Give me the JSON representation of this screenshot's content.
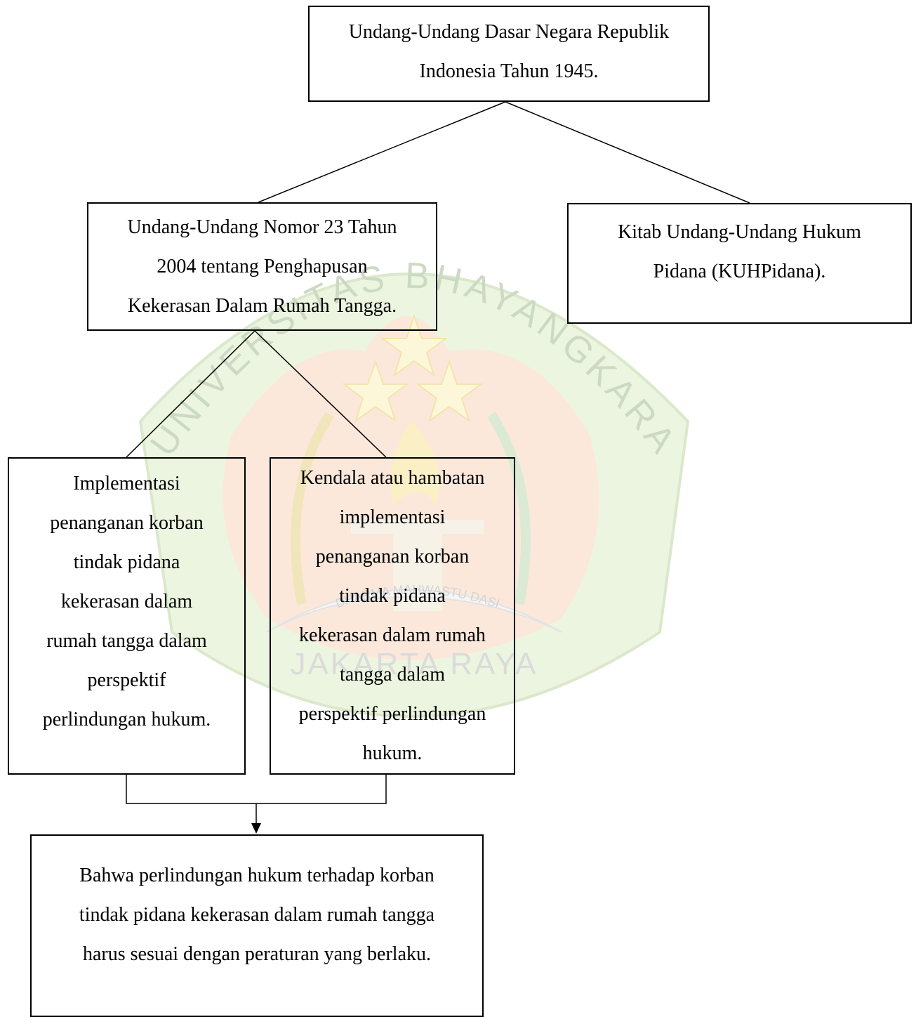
{
  "watermark": {
    "arc_text": "UNIVERSITAS BHAYANGKARA",
    "ribbon_text": "DHARMA MAHWASTU DASI",
    "bottom_text": "JAKARTA RAYA",
    "colors": {
      "shield": "#dff0c8",
      "flower": "#fbe3d3",
      "star": "#fdf7d6",
      "text": "#cdd6c9"
    }
  },
  "boxes": {
    "uud": "Undang-Undang Dasar Negara Republik\nIndonesia Tahun 1945.",
    "uu23": "Undang-Undang Nomor 23 Tahun\n2004 tentang Penghapusan\nKekerasan Dalam Rumah Tangga.",
    "kuhp": "Kitab Undang-Undang Hukum\nPidana (KUHPidana).",
    "implementasi": "Implementasi\npenanganan korban\ntindak pidana\nkekerasan dalam\nrumah tangga dalam\nperspektif\nperlindungan hukum.",
    "kendala": "Kendala atau hambatan\nimplementasi\npenanganan korban\ntindak pidana\nkekerasan dalam rumah\ntangga dalam\nperspektif perlindungan\nhukum.",
    "kesimpulan": "Bahwa perlindungan hukum terhadap korban\ntindak pidana kekerasan dalam rumah tangga\nharus sesuai dengan peraturan yang berlaku."
  }
}
